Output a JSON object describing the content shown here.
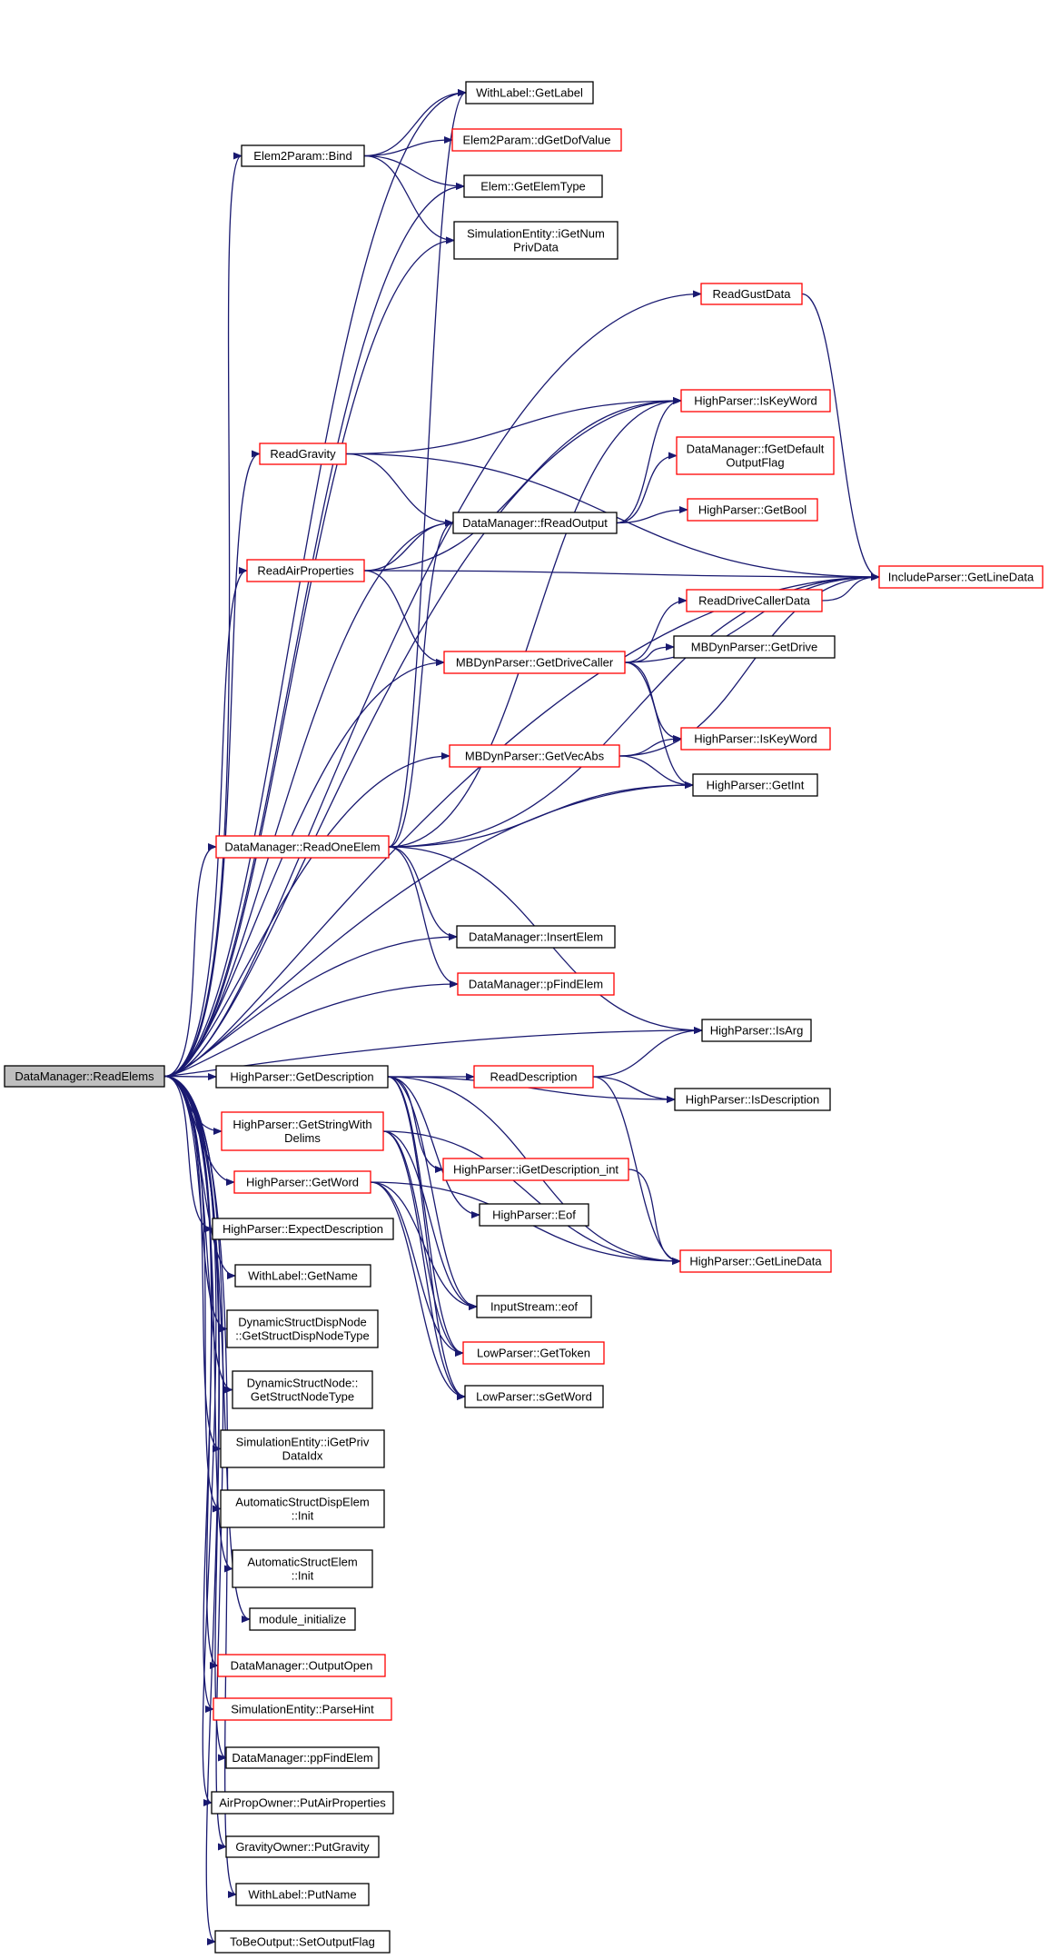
{
  "nodes": {
    "root": {
      "lines": [
        "DataManager::ReadElems"
      ],
      "red": false,
      "root": true
    },
    "withlabel_getlabel": {
      "lines": [
        "WithLabel::GetLabel"
      ],
      "red": false
    },
    "elem2param_bind": {
      "lines": [
        "Elem2Param::Bind"
      ],
      "red": false
    },
    "elem2param_dgetdofvalue": {
      "lines": [
        "Elem2Param::dGetDofValue"
      ],
      "red": true
    },
    "elem_getelemtype": {
      "lines": [
        "Elem::GetElemType"
      ],
      "red": false
    },
    "simentity_igetnumprivdata": {
      "lines": [
        "SimulationEntity::iGetNum",
        "PrivData"
      ],
      "red": false
    },
    "readgustdata": {
      "lines": [
        "ReadGustData"
      ],
      "red": true
    },
    "highparser_iskeyword_1": {
      "lines": [
        "HighParser::IsKeyWord"
      ],
      "red": true
    },
    "readgravity": {
      "lines": [
        "ReadGravity"
      ],
      "red": true
    },
    "dm_fgetdefaultoutputflag": {
      "lines": [
        "DataManager::fGetDefault",
        "OutputFlag"
      ],
      "red": true
    },
    "dm_freadoutput": {
      "lines": [
        "DataManager::fReadOutput"
      ],
      "red": false
    },
    "highparser_getbool": {
      "lines": [
        "HighParser::GetBool"
      ],
      "red": true
    },
    "readairproperties": {
      "lines": [
        "ReadAirProperties"
      ],
      "red": true
    },
    "includeparser_getlinedata": {
      "lines": [
        "IncludeParser::GetLineData"
      ],
      "red": true
    },
    "readdrivecallerdata": {
      "lines": [
        "ReadDriveCallerData"
      ],
      "red": true
    },
    "mbdyn_getdrivecaller": {
      "lines": [
        "MBDynParser::GetDriveCaller"
      ],
      "red": true
    },
    "mbdyn_getdrive": {
      "lines": [
        "MBDynParser::GetDrive"
      ],
      "red": false
    },
    "highparser_iskeyword_2": {
      "lines": [
        "HighParser::IsKeyWord"
      ],
      "red": true
    },
    "mbdyn_getvecabs": {
      "lines": [
        "MBDynParser::GetVecAbs"
      ],
      "red": true
    },
    "highparser_getint": {
      "lines": [
        "HighParser::GetInt"
      ],
      "red": false
    },
    "dm_readoneelem": {
      "lines": [
        "DataManager::ReadOneElem"
      ],
      "red": true
    },
    "dm_insertelem": {
      "lines": [
        "DataManager::InsertElem"
      ],
      "red": false
    },
    "dm_pfindelem": {
      "lines": [
        "DataManager::pFindElem"
      ],
      "red": true
    },
    "highparser_isarg": {
      "lines": [
        "HighParser::IsArg"
      ],
      "red": false
    },
    "highparser_getdescription": {
      "lines": [
        "HighParser::GetDescription"
      ],
      "red": false
    },
    "readdescription": {
      "lines": [
        "ReadDescription"
      ],
      "red": true
    },
    "highparser_isdescription": {
      "lines": [
        "HighParser::IsDescription"
      ],
      "red": false
    },
    "highparser_getstringwithdelims": {
      "lines": [
        "HighParser::GetStringWith",
        "Delims"
      ],
      "red": true
    },
    "highparser_igetdescription_int": {
      "lines": [
        "HighParser::iGetDescription_int"
      ],
      "red": true
    },
    "highparser_getword": {
      "lines": [
        "HighParser::GetWord"
      ],
      "red": true
    },
    "highparser_eof": {
      "lines": [
        "HighParser::Eof"
      ],
      "red": false
    },
    "highparser_expectdescription": {
      "lines": [
        "HighParser::ExpectDescription"
      ],
      "red": false
    },
    "highparser_getlinedata": {
      "lines": [
        "HighParser::GetLineData"
      ],
      "red": true
    },
    "withlabel_getname": {
      "lines": [
        "WithLabel::GetName"
      ],
      "red": false
    },
    "inputstream_eof": {
      "lines": [
        "InputStream::eof"
      ],
      "red": false
    },
    "dsdn_getstructdispnodetype": {
      "lines": [
        "DynamicStructDispNode",
        "::GetStructDispNodeType"
      ],
      "red": false
    },
    "lowparser_gettoken": {
      "lines": [
        "LowParser::GetToken"
      ],
      "red": true
    },
    "dsn_getstructnodetype": {
      "lines": [
        "DynamicStructNode::",
        "GetStructNodeType"
      ],
      "red": false
    },
    "lowparser_sgetword": {
      "lines": [
        "LowParser::sGetWord"
      ],
      "red": false
    },
    "simentity_igetprivdataidx": {
      "lines": [
        "SimulationEntity::iGetPriv",
        "DataIdx"
      ],
      "red": false
    },
    "asde_init": {
      "lines": [
        "AutomaticStructDispElem",
        "::Init"
      ],
      "red": false
    },
    "ase_init": {
      "lines": [
        "AutomaticStructElem",
        "::Init"
      ],
      "red": false
    },
    "module_initialize": {
      "lines": [
        "module_initialize"
      ],
      "red": false
    },
    "dm_outputopen": {
      "lines": [
        "DataManager::OutputOpen"
      ],
      "red": true
    },
    "simentity_parsehint": {
      "lines": [
        "SimulationEntity::ParseHint"
      ],
      "red": true
    },
    "dm_ppfindelem": {
      "lines": [
        "DataManager::ppFindElem"
      ],
      "red": false
    },
    "airpropowner_putairproperties": {
      "lines": [
        "AirPropOwner::PutAirProperties"
      ],
      "red": false
    },
    "gravityowner_putgravity": {
      "lines": [
        "GravityOwner::PutGravity"
      ],
      "red": false
    },
    "withlabel_putname": {
      "lines": [
        "WithLabel::PutName"
      ],
      "red": false
    },
    "tobeoutput_setoutputflag": {
      "lines": [
        "ToBeOutput::SetOutputFlag"
      ],
      "red": false
    }
  },
  "edges": [
    [
      "root",
      "withlabel_getlabel"
    ],
    [
      "root",
      "elem2param_bind"
    ],
    [
      "root",
      "elem_getelemtype"
    ],
    [
      "root",
      "simentity_igetnumprivdata"
    ],
    [
      "root",
      "readgustdata"
    ],
    [
      "root",
      "highparser_iskeyword_1"
    ],
    [
      "root",
      "readgravity"
    ],
    [
      "root",
      "dm_freadoutput"
    ],
    [
      "root",
      "readairproperties"
    ],
    [
      "root",
      "includeparser_getlinedata"
    ],
    [
      "root",
      "mbdyn_getdrivecaller"
    ],
    [
      "root",
      "mbdyn_getvecabs"
    ],
    [
      "root",
      "highparser_getint"
    ],
    [
      "root",
      "dm_readoneelem"
    ],
    [
      "root",
      "dm_insertelem"
    ],
    [
      "root",
      "dm_pfindelem"
    ],
    [
      "root",
      "highparser_isarg"
    ],
    [
      "root",
      "highparser_getdescription"
    ],
    [
      "root",
      "highparser_getstringwithdelims"
    ],
    [
      "root",
      "highparser_getword"
    ],
    [
      "root",
      "highparser_expectdescription"
    ],
    [
      "root",
      "withlabel_getname"
    ],
    [
      "root",
      "dsdn_getstructdispnodetype"
    ],
    [
      "root",
      "dsn_getstructnodetype"
    ],
    [
      "root",
      "simentity_igetprivdataidx"
    ],
    [
      "root",
      "asde_init"
    ],
    [
      "root",
      "ase_init"
    ],
    [
      "root",
      "module_initialize"
    ],
    [
      "root",
      "dm_outputopen"
    ],
    [
      "root",
      "simentity_parsehint"
    ],
    [
      "root",
      "dm_ppfindelem"
    ],
    [
      "root",
      "airpropowner_putairproperties"
    ],
    [
      "root",
      "gravityowner_putgravity"
    ],
    [
      "root",
      "withlabel_putname"
    ],
    [
      "root",
      "tobeoutput_setoutputflag"
    ],
    [
      "elem2param_bind",
      "withlabel_getlabel"
    ],
    [
      "elem2param_bind",
      "elem2param_dgetdofvalue"
    ],
    [
      "elem2param_bind",
      "elem_getelemtype"
    ],
    [
      "elem2param_bind",
      "simentity_igetnumprivdata"
    ],
    [
      "readgustdata",
      "includeparser_getlinedata"
    ],
    [
      "readgravity",
      "highparser_iskeyword_1"
    ],
    [
      "readgravity",
      "dm_freadoutput"
    ],
    [
      "readgravity",
      "includeparser_getlinedata"
    ],
    [
      "readairproperties",
      "dm_freadoutput"
    ],
    [
      "readairproperties",
      "includeparser_getlinedata"
    ],
    [
      "readairproperties",
      "mbdyn_getdrivecaller"
    ],
    [
      "readairproperties",
      "highparser_iskeyword_1"
    ],
    [
      "dm_freadoutput",
      "highparser_iskeyword_1"
    ],
    [
      "dm_freadoutput",
      "dm_fgetdefaultoutputflag"
    ],
    [
      "dm_freadoutput",
      "highparser_getbool"
    ],
    [
      "readdrivecallerdata",
      "includeparser_getlinedata"
    ],
    [
      "mbdyn_getdrivecaller",
      "readdrivecallerdata"
    ],
    [
      "mbdyn_getdrivecaller",
      "mbdyn_getdrive"
    ],
    [
      "mbdyn_getdrivecaller",
      "highparser_iskeyword_2"
    ],
    [
      "mbdyn_getdrivecaller",
      "highparser_getint"
    ],
    [
      "mbdyn_getdrivecaller",
      "includeparser_getlinedata"
    ],
    [
      "mbdyn_getvecabs",
      "highparser_iskeyword_2"
    ],
    [
      "mbdyn_getvecabs",
      "highparser_getint"
    ],
    [
      "mbdyn_getvecabs",
      "includeparser_getlinedata"
    ],
    [
      "dm_readoneelem",
      "withlabel_getlabel"
    ],
    [
      "dm_readoneelem",
      "dm_freadoutput"
    ],
    [
      "dm_readoneelem",
      "highparser_iskeyword_1"
    ],
    [
      "dm_readoneelem",
      "highparser_getint"
    ],
    [
      "dm_readoneelem",
      "includeparser_getlinedata"
    ],
    [
      "dm_readoneelem",
      "dm_insertelem"
    ],
    [
      "dm_readoneelem",
      "dm_pfindelem"
    ],
    [
      "dm_readoneelem",
      "highparser_isarg"
    ],
    [
      "highparser_getdescription",
      "readdescription"
    ],
    [
      "highparser_getdescription",
      "highparser_isdescription"
    ],
    [
      "highparser_getdescription",
      "highparser_igetdescription_int"
    ],
    [
      "highparser_getdescription",
      "highparser_eof"
    ],
    [
      "highparser_getdescription",
      "highparser_getlinedata"
    ],
    [
      "highparser_getdescription",
      "inputstream_eof"
    ],
    [
      "highparser_getdescription",
      "lowparser_gettoken"
    ],
    [
      "highparser_getdescription",
      "lowparser_sgetword"
    ],
    [
      "readdescription",
      "highparser_isarg"
    ],
    [
      "readdescription",
      "highparser_isdescription"
    ],
    [
      "readdescription",
      "highparser_getlinedata"
    ],
    [
      "highparser_igetdescription_int",
      "highparser_getlinedata"
    ],
    [
      "highparser_getstringwithdelims",
      "inputstream_eof"
    ],
    [
      "highparser_getstringwithdelims",
      "lowparser_gettoken"
    ],
    [
      "highparser_getstringwithdelims",
      "lowparser_sgetword"
    ],
    [
      "highparser_getstringwithdelims",
      "highparser_getlinedata"
    ],
    [
      "highparser_getword",
      "inputstream_eof"
    ],
    [
      "highparser_getword",
      "lowparser_gettoken"
    ],
    [
      "highparser_getword",
      "lowparser_sgetword"
    ],
    [
      "highparser_getword",
      "highparser_getlinedata"
    ]
  ]
}
